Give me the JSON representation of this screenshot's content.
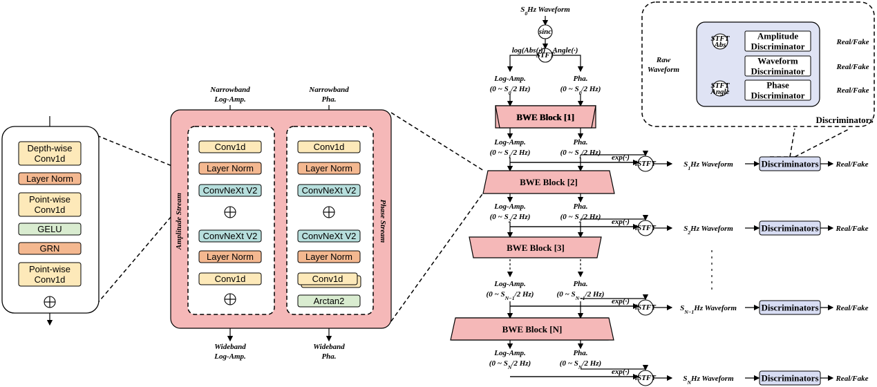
{
  "convnext": {
    "depthwise": [
      "Depth-wise",
      "Conv1d"
    ],
    "layer_norm": "Layer Norm",
    "pointwise1": [
      "Point-wise",
      "Conv1d"
    ],
    "gelu": "GELU",
    "grn": "GRN",
    "pointwise2": [
      "Point-wise",
      "Conv1d"
    ]
  },
  "block": {
    "in_amp": [
      "Narrowband",
      "Log-Amp."
    ],
    "in_pha": [
      "Narrowband",
      "Pha."
    ],
    "amp_stream_label": "Amplitude Stream",
    "pha_stream_label": "Phase Stream",
    "conv1d": "Conv1d",
    "layer_norm": "Layer Norm",
    "convnext": "ConvNeXt V2",
    "arctan2": "Arctan2",
    "out_amp": [
      "Wideband",
      "Log-Amp."
    ],
    "out_pha": [
      "Wideband",
      "Pha."
    ]
  },
  "pipeline": {
    "source": "S0Hz Waveform",
    "sinc": "sinc",
    "stft": "STFT",
    "istft": "iSTFT",
    "log_abs": "log(Abs(·))",
    "angle": "Angle(·)",
    "exp": "exp(·)",
    "log_amp": "Log-Amp.",
    "pha": "Pha.",
    "ranges": [
      {
        "amp": "(0 ~ S0/2 Hz)",
        "pha": "(0 ~ S0/2 Hz)"
      },
      {
        "amp": "(0 ~ S1/2 Hz)",
        "pha": "(0 ~ S1/2 Hz)"
      },
      {
        "amp": "(0 ~ S2/2 Hz)",
        "pha": "(0 ~ S2/2 Hz)"
      },
      {
        "amp": "(0 ~ SN−1/2 Hz)",
        "pha": "(0 ~ SN−1/2 Hz)"
      },
      {
        "amp": "(0 ~ SN/2 Hz)",
        "pha": "(0 ~ SN/2 Hz)"
      }
    ],
    "blocks": [
      "BWE Block [1]",
      "BWE Block [2]",
      "BWE Block [3]",
      "BWE Block [N]"
    ],
    "waveforms": [
      "S1Hz Waveform",
      "S2Hz Waveform",
      "SN−1Hz Waveform",
      "SNHz Waveform"
    ],
    "discriminators": "Discriminators",
    "real_fake": "Real/Fake"
  },
  "discriminator_panel": {
    "raw": [
      "Raw",
      "Waveform"
    ],
    "stft_abs": [
      "STFT",
      "Abs"
    ],
    "stft_angle": [
      "STFT",
      "Angle"
    ],
    "amplitude": [
      "Amplitude",
      "Discriminator"
    ],
    "waveform": [
      "Waveform",
      "Discriminator"
    ],
    "phase": [
      "Phase",
      "Discriminator"
    ],
    "real_fake": "Real/Fake",
    "title": "Discriminators"
  },
  "colors": {
    "yellow": "#fde9b9",
    "orange": "#f4b890",
    "teal": "#b7dfdd",
    "green": "#d9ecd0",
    "pink": "#f5b8b8",
    "blue": "#d8ddf3",
    "disc_bg": "#dfe3f4"
  }
}
